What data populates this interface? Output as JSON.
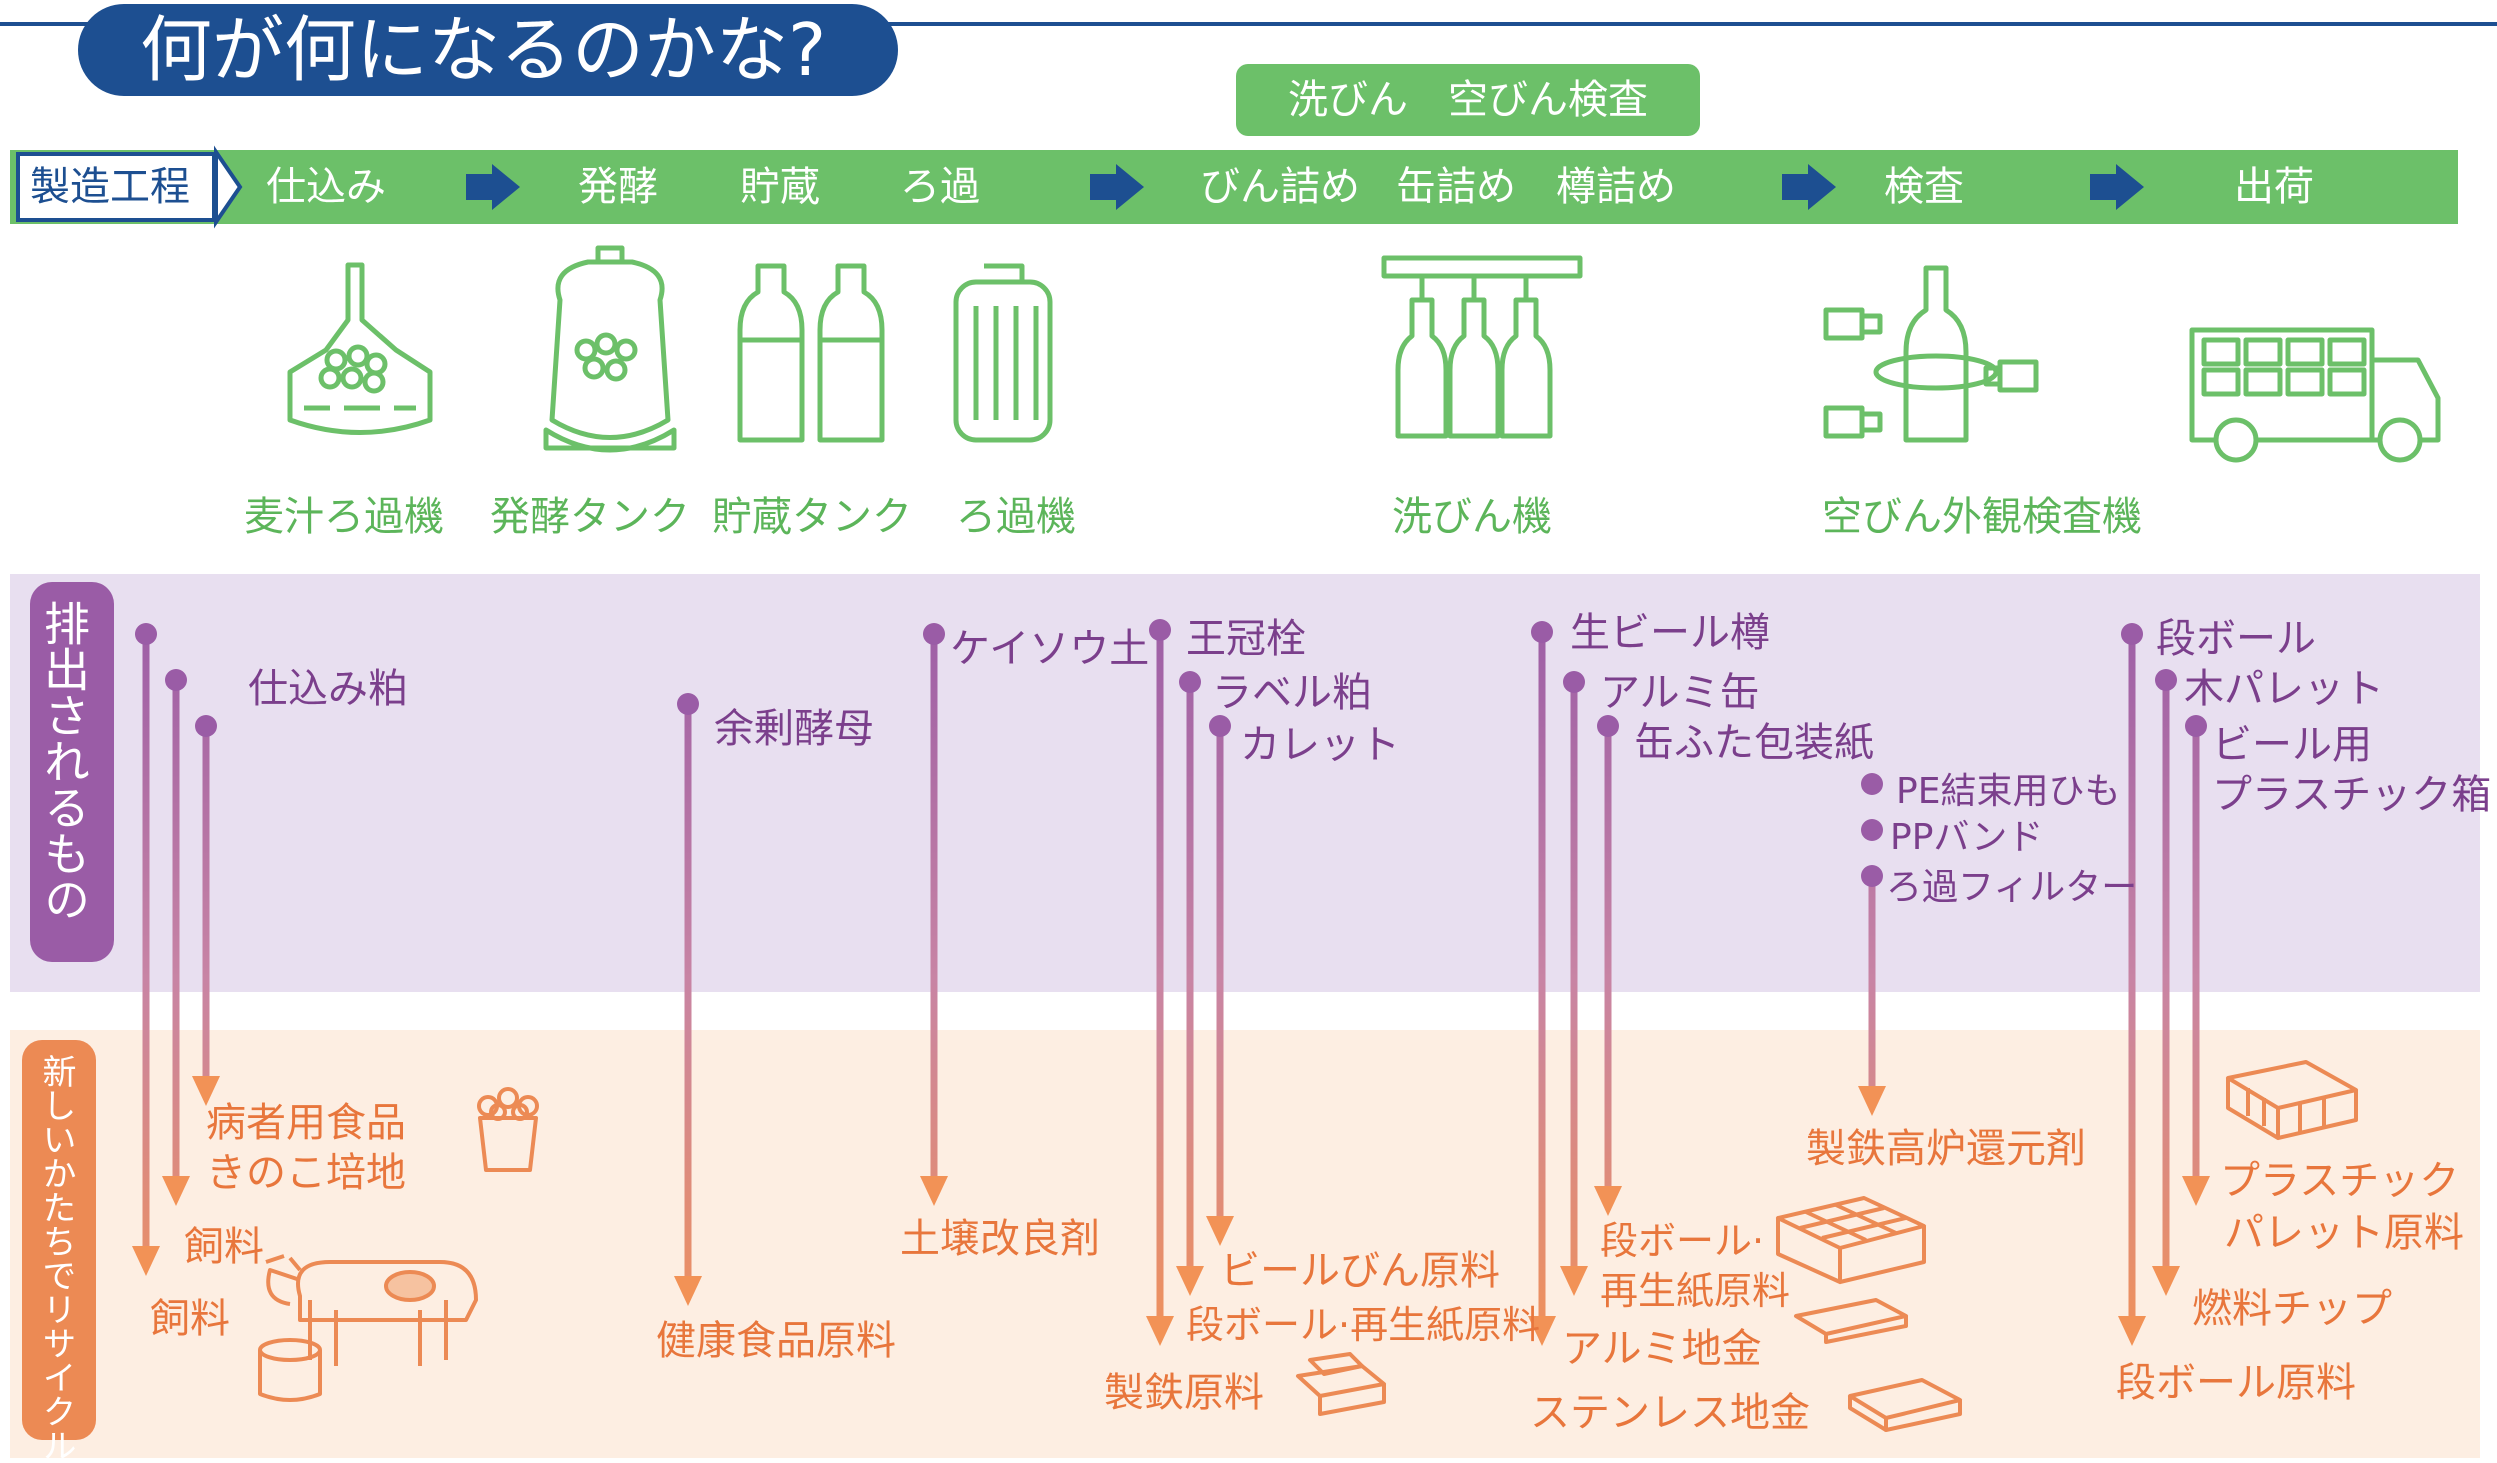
{
  "title": "何が何になるのかな?",
  "colors": {
    "title_blue": "#1d4f91",
    "process_green": "#6cc069",
    "emitted_purple": "#9a5ca6",
    "recycle_orange": "#ec8a54",
    "emitted_band": "#e8dff0",
    "recycle_band": "#fdeee2"
  },
  "process": {
    "label": "製造工程",
    "steps": [
      "仕込み",
      "発酵",
      "貯蔵",
      "ろ過",
      "びん詰め",
      "缶詰め",
      "樽詰め",
      "検査",
      "出荷"
    ],
    "upper_step": "洗びん　空びん検査"
  },
  "machines": [
    "麦汁ろ過機",
    "発酵タンク",
    "貯蔵タンク",
    "ろ過機",
    "洗びん機",
    "空びん外観検査機"
  ],
  "sections": {
    "emitted": "排出されるもの",
    "recycled": "新しいかたちでリサイクル"
  },
  "emitted": {
    "mash_lees": "仕込み粕",
    "surplus_yeast": "余剰酵母",
    "diatomite": "ケイソウ土",
    "crown_cap": "王冠栓",
    "label_waste": "ラベル粕",
    "cullet": "カレット",
    "keg": "生ビール樽",
    "aluminum_can": "アルミ缶",
    "lid_wrap": "缶ふた包装紙",
    "pe_string": "PE結束用ひも",
    "pp_band": "PPバンド",
    "filter": "ろ過フィルター",
    "cardboard": "段ボール",
    "wood_pallet": "木パレット",
    "plastic_box_1": "ビール用",
    "plastic_box_2": "プラスチック箱"
  },
  "recycled": {
    "hospital_food": "病者用食品",
    "mushroom_bed": "きのこ培地",
    "feed_1": "飼料",
    "feed_2": "飼料",
    "health_food": "健康食品原料",
    "soil": "土壌改良剤",
    "bottle_material": "ビールびん原料",
    "cardboard_paper_1": "段ボール·再生紙原料",
    "steel_material": "製鉄原料",
    "cardboard_paper_2a": "段ボール·",
    "cardboard_paper_2b": "再生紙原料",
    "aluminum_ingot": "アルミ地金",
    "stainless_ingot": "ステンレス地金",
    "blast_furnace": "製鉄高炉還元剤",
    "plastic_pallet_1": "プラスチック",
    "plastic_pallet_2": "パレット原料",
    "fuel_chip": "燃料チップ",
    "cardboard_material": "段ボール原料"
  }
}
